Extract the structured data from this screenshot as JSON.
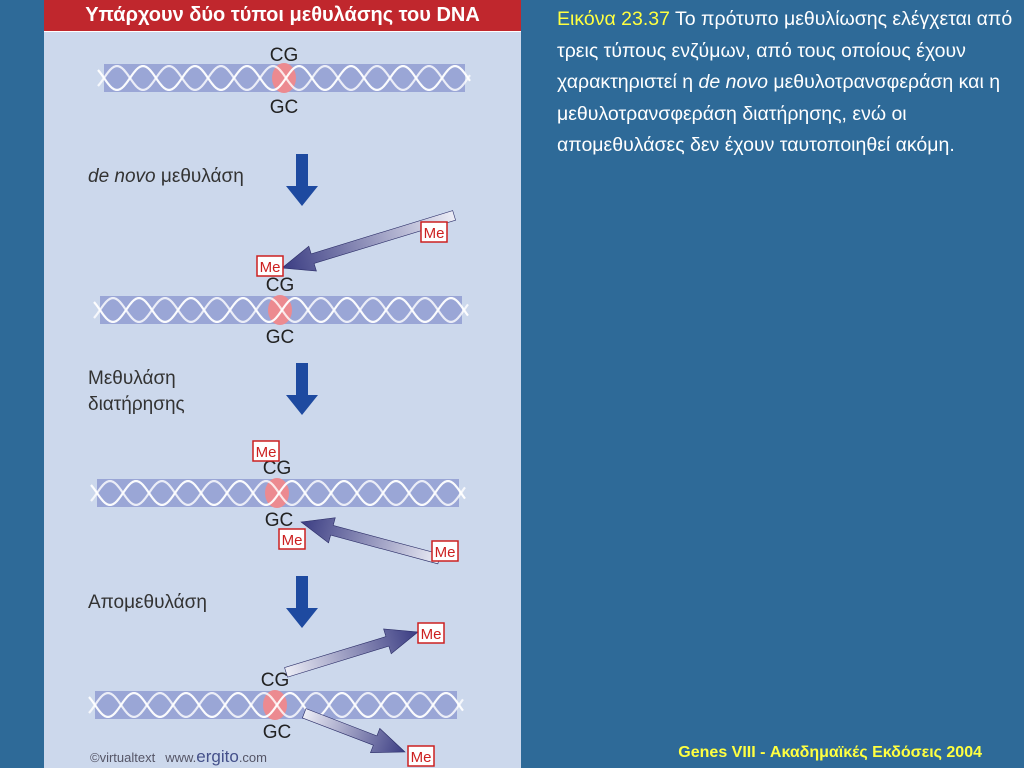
{
  "figure": {
    "title": "Υπάρχουν δύο τύποι μεθυλάσης του DNA",
    "me_label": "Me",
    "stages": [
      {
        "top": "CG",
        "bottom": "GC"
      },
      {
        "top": "CG",
        "bottom": "GC"
      },
      {
        "top": "CG",
        "bottom": "GC"
      },
      {
        "top": "CG",
        "bottom": "GC"
      }
    ],
    "steps": [
      {
        "label_em": "de novo",
        "label_rest": " μεθυλάση"
      },
      {
        "label_lines": [
          "Μεθυλάση",
          "διατήρησης"
        ]
      },
      {
        "label_lines": [
          "Απομεθυλάση"
        ]
      }
    ],
    "watermark": {
      "prefix": "©virtualtext",
      "www": "www.",
      "brand": "ergito",
      "tld": ".com"
    }
  },
  "caption": {
    "fig_num": "Εικόνα 23.37",
    "part1": " Το πρότυπο μεθυλίωσης ελέγχεται από τρεις τύπους ενζύμων, από τους οποίους έχουν χαρακτηριστεί η ",
    "em": "de novo",
    "part2": " μεθυλοτρανσφεράση και η μεθυλοτρανσφεράση διατήρησης, ενώ οι απομεθυλάσες δεν έχουν ταυτοποιηθεί ακόμη."
  },
  "credit": "Genes VIII - Ακαδημαϊκές Εκδόσεις 2004",
  "colors": {
    "background": "#2e6a98",
    "panel": "#ccd8ec",
    "title_bar": "#c0272d",
    "dna_band": "#9aa6d6",
    "strand": "#ffffff",
    "cg_highlight": "#ec8a90",
    "arrow_down": "#1e4aa0",
    "me_box": "#cc2020",
    "caption_highlight": "#ffff40"
  }
}
